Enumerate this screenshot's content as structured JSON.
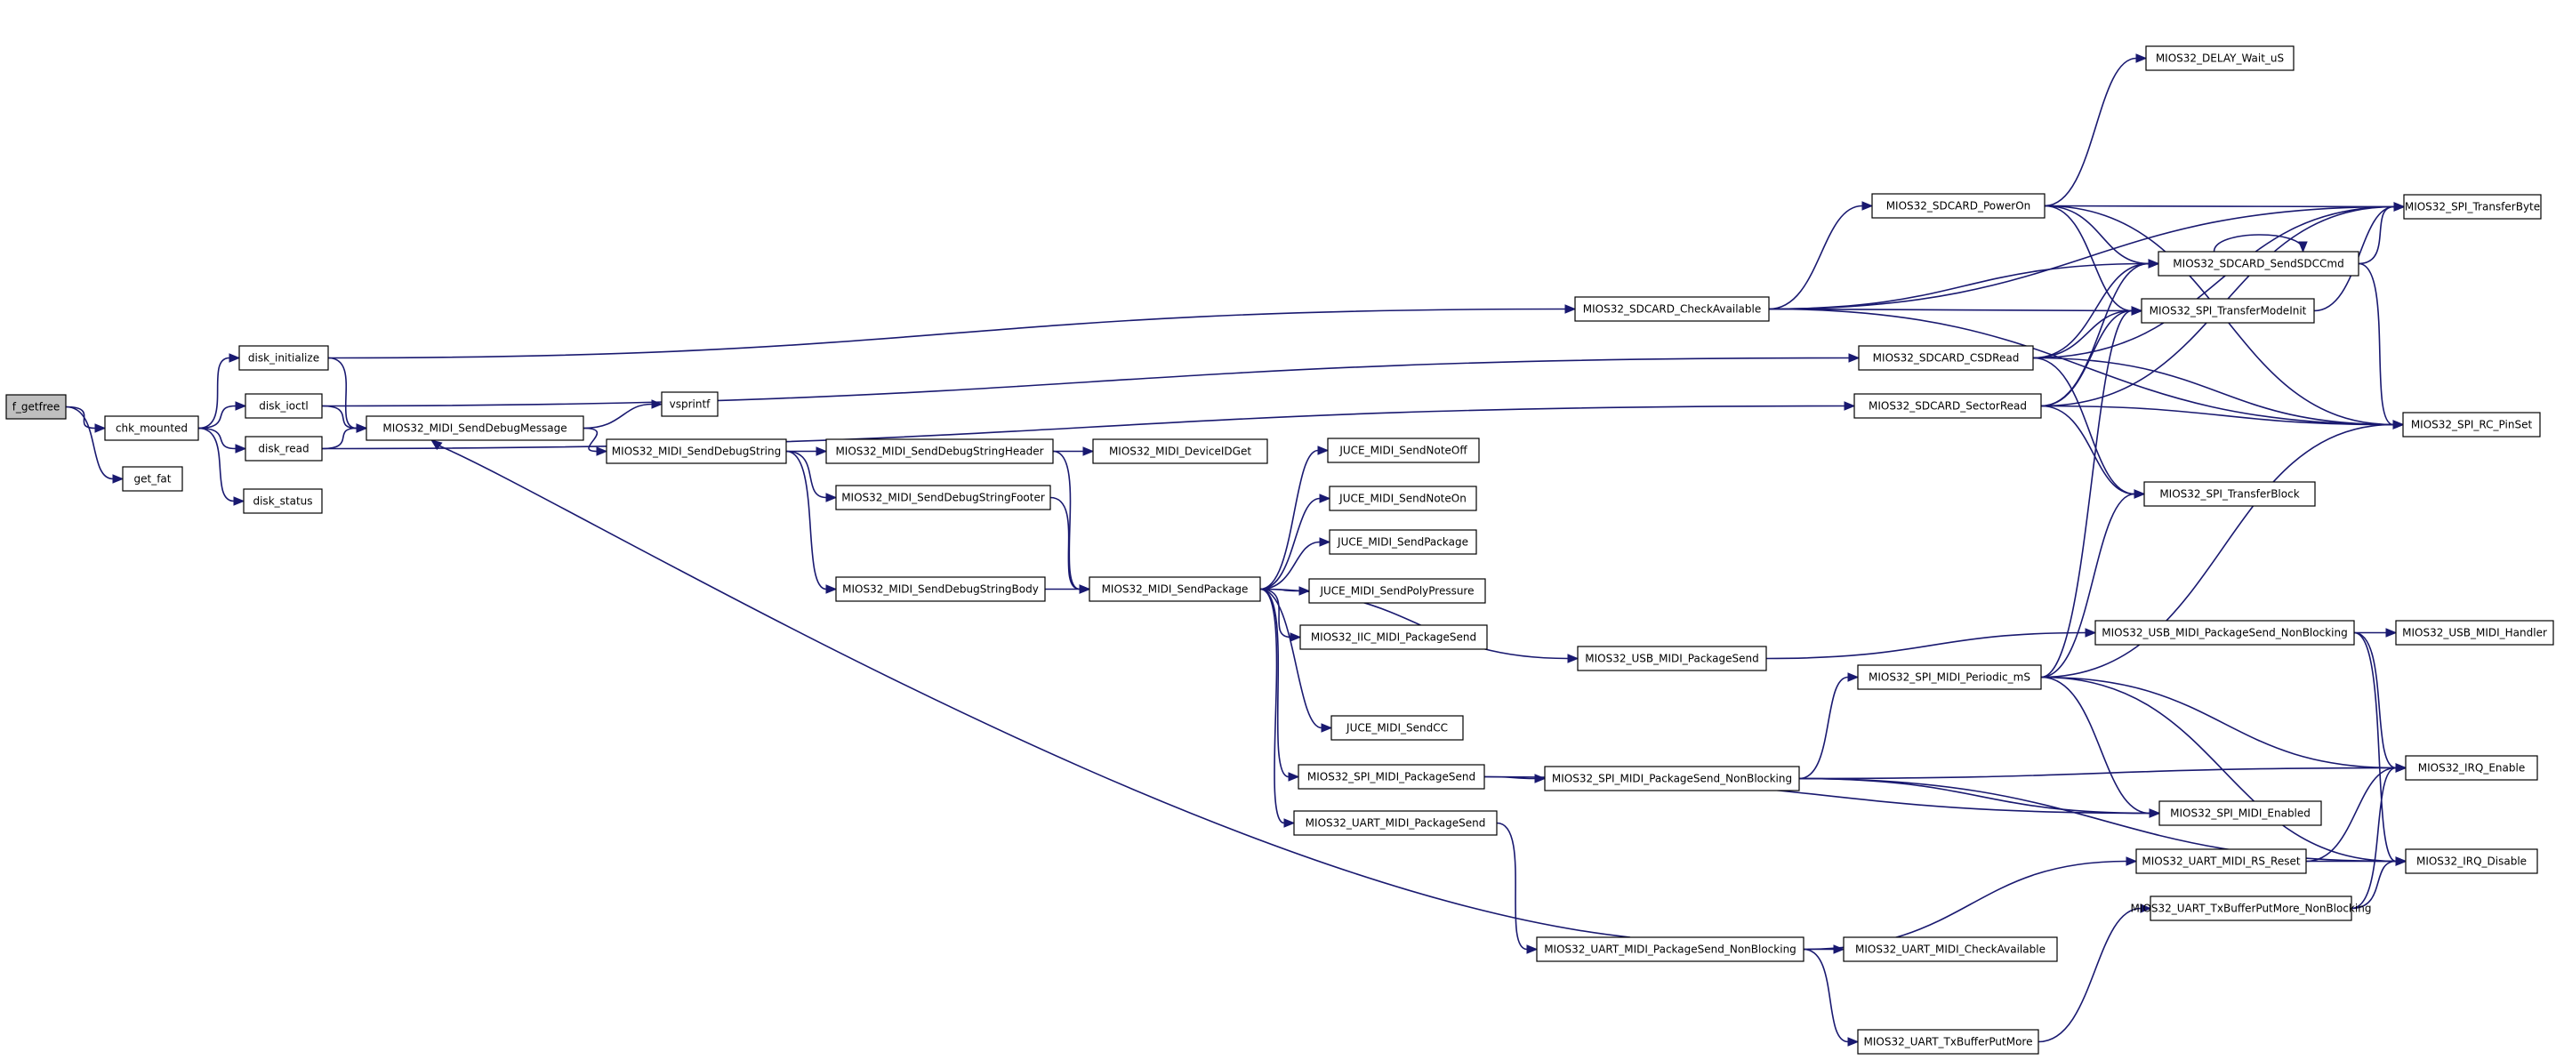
{
  "diagram": {
    "kind": "call-graph",
    "root": "f_getfree",
    "colors": {
      "edge": "#191970",
      "node_border": "#000000",
      "root_fill": "#bfbfbf",
      "node_fill": "#ffffff"
    },
    "nodes": [
      {
        "id": "f_getfree",
        "label": "f_getfree"
      },
      {
        "id": "chk_mounted",
        "label": "chk_mounted"
      },
      {
        "id": "get_fat",
        "label": "get_fat"
      },
      {
        "id": "disk_initialize",
        "label": "disk_initialize"
      },
      {
        "id": "disk_ioctl",
        "label": "disk_ioctl"
      },
      {
        "id": "disk_read",
        "label": "disk_read"
      },
      {
        "id": "disk_status",
        "label": "disk_status"
      },
      {
        "id": "SendDebugMessage",
        "label": "MIOS32_MIDI_SendDebugMessage"
      },
      {
        "id": "vsprintf",
        "label": "vsprintf"
      },
      {
        "id": "SendDebugString",
        "label": "MIOS32_MIDI_SendDebugString"
      },
      {
        "id": "SendDebugStringHeader",
        "label": "MIOS32_MIDI_SendDebugStringHeader"
      },
      {
        "id": "SendDebugStringFooter",
        "label": "MIOS32_MIDI_SendDebugStringFooter"
      },
      {
        "id": "SendDebugStringBody",
        "label": "MIOS32_MIDI_SendDebugStringBody"
      },
      {
        "id": "DeviceIDGet",
        "label": "MIOS32_MIDI_DeviceIDGet"
      },
      {
        "id": "SendPackage",
        "label": "MIOS32_MIDI_SendPackage"
      },
      {
        "id": "JUCE_NoteOff",
        "label": "JUCE_MIDI_SendNoteOff"
      },
      {
        "id": "JUCE_NoteOn",
        "label": "JUCE_MIDI_SendNoteOn"
      },
      {
        "id": "JUCE_Package",
        "label": "JUCE_MIDI_SendPackage"
      },
      {
        "id": "JUCE_PolyPressure",
        "label": "JUCE_MIDI_SendPolyPressure"
      },
      {
        "id": "IIC_PackageSend",
        "label": "MIOS32_IIC_MIDI_PackageSend"
      },
      {
        "id": "USB_PackageSend",
        "label": "MIOS32_USB_MIDI_PackageSend"
      },
      {
        "id": "JUCE_CC",
        "label": "JUCE_MIDI_SendCC"
      },
      {
        "id": "SPI_PackageSend",
        "label": "MIOS32_SPI_MIDI_PackageSend"
      },
      {
        "id": "UART_PackageSend",
        "label": "MIOS32_UART_MIDI_PackageSend"
      },
      {
        "id": "SD_CheckAvailable",
        "label": "MIOS32_SDCARD_CheckAvailable"
      },
      {
        "id": "SD_CSDRead",
        "label": "MIOS32_SDCARD_CSDRead"
      },
      {
        "id": "SD_SectorRead",
        "label": "MIOS32_SDCARD_SectorRead"
      },
      {
        "id": "SD_PowerOn",
        "label": "MIOS32_SDCARD_PowerOn"
      },
      {
        "id": "DELAY_Wait",
        "label": "MIOS32_DELAY_Wait_uS"
      },
      {
        "id": "SD_SendSDCCmd",
        "label": "MIOS32_SDCARD_SendSDCCmd"
      },
      {
        "id": "SPI_TransferModeInit",
        "label": "MIOS32_SPI_TransferModeInit"
      },
      {
        "id": "SPI_TransferBlock",
        "label": "MIOS32_SPI_TransferBlock"
      },
      {
        "id": "SPI_TransferByte",
        "label": "MIOS32_SPI_TransferByte"
      },
      {
        "id": "SPI_RC_PinSet",
        "label": "MIOS32_SPI_RC_PinSet"
      },
      {
        "id": "USB_PackageSend_NB",
        "label": "MIOS32_USB_MIDI_PackageSend_NonBlocking"
      },
      {
        "id": "USB_Handler",
        "label": "MIOS32_USB_MIDI_Handler"
      },
      {
        "id": "SPI_Periodic",
        "label": "MIOS32_SPI_MIDI_Periodic_mS"
      },
      {
        "id": "SPI_PackageSend_NB",
        "label": "MIOS32_SPI_MIDI_PackageSend_NonBlocking"
      },
      {
        "id": "SPI_Enabled",
        "label": "MIOS32_SPI_MIDI_Enabled"
      },
      {
        "id": "IRQ_Enable",
        "label": "MIOS32_IRQ_Enable"
      },
      {
        "id": "IRQ_Disable",
        "label": "MIOS32_IRQ_Disable"
      },
      {
        "id": "UART_RS_Reset",
        "label": "MIOS32_UART_MIDI_RS_Reset"
      },
      {
        "id": "UART_TxPutMore_NB",
        "label": "MIOS32_UART_TxBufferPutMore_NonBlocking"
      },
      {
        "id": "UART_PackageSend_NB",
        "label": "MIOS32_UART_MIDI_PackageSend_NonBlocking"
      },
      {
        "id": "UART_CheckAvailable",
        "label": "MIOS32_UART_MIDI_CheckAvailable"
      },
      {
        "id": "UART_TxPutMore",
        "label": "MIOS32_UART_TxBufferPutMore"
      }
    ],
    "edges": [
      [
        "f_getfree",
        "chk_mounted"
      ],
      [
        "f_getfree",
        "get_fat"
      ],
      [
        "chk_mounted",
        "disk_initialize"
      ],
      [
        "chk_mounted",
        "disk_ioctl"
      ],
      [
        "chk_mounted",
        "disk_read"
      ],
      [
        "chk_mounted",
        "disk_status"
      ],
      [
        "disk_initialize",
        "SD_CheckAvailable"
      ],
      [
        "disk_initialize",
        "SendDebugMessage"
      ],
      [
        "disk_ioctl",
        "SD_CSDRead"
      ],
      [
        "disk_ioctl",
        "SendDebugMessage"
      ],
      [
        "disk_read",
        "SendDebugMessage"
      ],
      [
        "disk_read",
        "SD_SectorRead"
      ],
      [
        "SendDebugMessage",
        "vsprintf"
      ],
      [
        "SendDebugMessage",
        "SendDebugString"
      ],
      [
        "SendDebugString",
        "SendDebugStringHeader"
      ],
      [
        "SendDebugString",
        "SendDebugStringFooter"
      ],
      [
        "SendDebugString",
        "SendDebugStringBody"
      ],
      [
        "SendDebugStringHeader",
        "DeviceIDGet"
      ],
      [
        "SendDebugStringHeader",
        "SendPackage"
      ],
      [
        "SendDebugStringFooter",
        "SendPackage"
      ],
      [
        "SendDebugStringBody",
        "SendPackage"
      ],
      [
        "SendPackage",
        "JUCE_NoteOff"
      ],
      [
        "SendPackage",
        "JUCE_NoteOn"
      ],
      [
        "SendPackage",
        "JUCE_Package"
      ],
      [
        "SendPackage",
        "JUCE_PolyPressure"
      ],
      [
        "SendPackage",
        "IIC_PackageSend"
      ],
      [
        "SendPackage",
        "USB_PackageSend"
      ],
      [
        "SendPackage",
        "JUCE_CC"
      ],
      [
        "SendPackage",
        "SPI_PackageSend"
      ],
      [
        "SendPackage",
        "UART_PackageSend"
      ],
      [
        "USB_PackageSend",
        "USB_PackageSend_NB"
      ],
      [
        "USB_PackageSend_NB",
        "USB_Handler"
      ],
      [
        "USB_PackageSend_NB",
        "IRQ_Enable"
      ],
      [
        "USB_PackageSend_NB",
        "IRQ_Disable"
      ],
      [
        "SPI_PackageSend",
        "SPI_PackageSend_NB"
      ],
      [
        "SPI_PackageSend",
        "SPI_Enabled"
      ],
      [
        "SPI_PackageSend_NB",
        "SPI_Periodic"
      ],
      [
        "SPI_PackageSend_NB",
        "IRQ_Enable"
      ],
      [
        "SPI_PackageSend_NB",
        "SPI_Enabled"
      ],
      [
        "SPI_PackageSend_NB",
        "IRQ_Disable"
      ],
      [
        "SPI_Periodic",
        "SPI_TransferModeInit"
      ],
      [
        "SPI_Periodic",
        "SPI_TransferBlock"
      ],
      [
        "SPI_Periodic",
        "SPI_RC_PinSet"
      ],
      [
        "SPI_Periodic",
        "SPI_Enabled"
      ],
      [
        "SPI_Periodic",
        "IRQ_Enable"
      ],
      [
        "SPI_Periodic",
        "IRQ_Disable"
      ],
      [
        "UART_PackageSend",
        "UART_PackageSend_NB"
      ],
      [
        "UART_PackageSend_NB",
        "SendDebugMessage"
      ],
      [
        "UART_PackageSend_NB",
        "UART_CheckAvailable"
      ],
      [
        "UART_PackageSend_NB",
        "UART_RS_Reset"
      ],
      [
        "UART_PackageSend_NB",
        "UART_TxPutMore"
      ],
      [
        "UART_TxPutMore",
        "UART_TxPutMore_NB"
      ],
      [
        "UART_TxPutMore_NB",
        "IRQ_Enable"
      ],
      [
        "UART_TxPutMore_NB",
        "IRQ_Disable"
      ],
      [
        "UART_RS_Reset",
        "IRQ_Enable"
      ],
      [
        "UART_RS_Reset",
        "IRQ_Disable"
      ],
      [
        "SD_CheckAvailable",
        "SPI_TransferByte"
      ],
      [
        "SD_CheckAvailable",
        "SD_PowerOn"
      ],
      [
        "SD_CheckAvailable",
        "SD_SendSDCCmd"
      ],
      [
        "SD_CheckAvailable",
        "SPI_TransferModeInit"
      ],
      [
        "SD_CheckAvailable",
        "SPI_RC_PinSet"
      ],
      [
        "SD_PowerOn",
        "DELAY_Wait"
      ],
      [
        "SD_PowerOn",
        "SPI_TransferByte"
      ],
      [
        "SD_PowerOn",
        "SPI_RC_PinSet"
      ],
      [
        "SD_PowerOn",
        "SD_SendSDCCmd"
      ],
      [
        "SD_PowerOn",
        "SPI_TransferModeInit"
      ],
      [
        "SD_SendSDCCmd",
        "SD_SendSDCCmd"
      ],
      [
        "SD_SendSDCCmd",
        "SPI_TransferByte"
      ],
      [
        "SD_SendSDCCmd",
        "SPI_RC_PinSet"
      ],
      [
        "SPI_TransferModeInit",
        "SPI_TransferByte"
      ],
      [
        "SD_CSDRead",
        "SPI_TransferByte"
      ],
      [
        "SD_CSDRead",
        "SD_SendSDCCmd"
      ],
      [
        "SD_CSDRead",
        "SPI_TransferModeInit"
      ],
      [
        "SD_CSDRead",
        "SPI_RC_PinSet"
      ],
      [
        "SD_CSDRead",
        "SPI_TransferBlock"
      ],
      [
        "SD_SectorRead",
        "SD_SendSDCCmd"
      ],
      [
        "SD_SectorRead",
        "SPI_TransferModeInit"
      ],
      [
        "SD_SectorRead",
        "SPI_RC_PinSet"
      ],
      [
        "SD_SectorRead",
        "SPI_TransferBlock"
      ],
      [
        "SD_SectorRead",
        "SPI_TransferByte"
      ]
    ]
  }
}
